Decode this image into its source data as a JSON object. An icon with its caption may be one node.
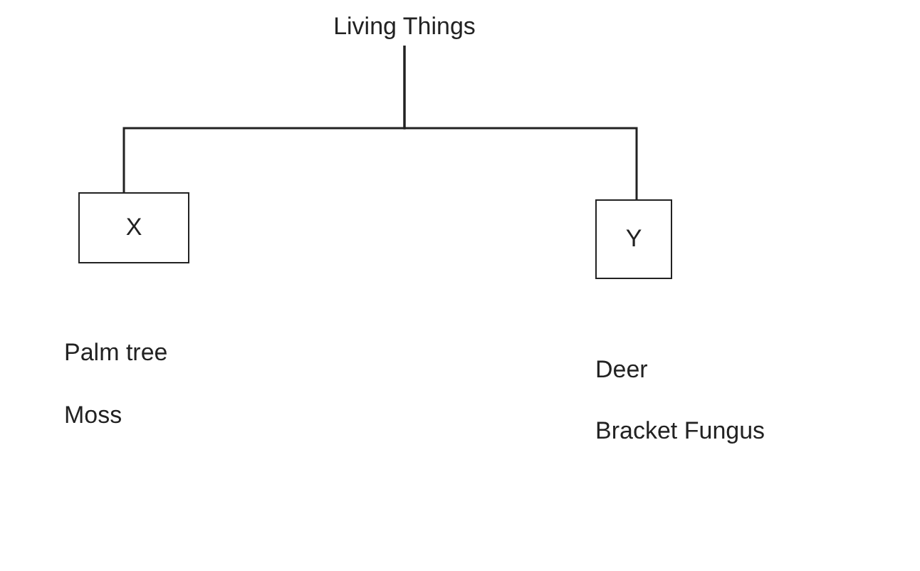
{
  "diagram": {
    "nodes": [
      {
        "text": [
          "Living Things"
        ]
      },
      {
        "text": [
          "X"
        ],
        "beside": [
          "Palm tree",
          "Moss"
        ]
      },
      {
        "text": [
          "Y"
        ],
        "beside": [
          "Deer",
          "Bracket Fungus"
        ]
      }
    ],
    "edges": [
      {
        "from": 0,
        "to": 1,
        "arrow": "none"
      },
      {
        "from": 0,
        "to": 2,
        "arrow": "none"
      }
    ]
  }
}
